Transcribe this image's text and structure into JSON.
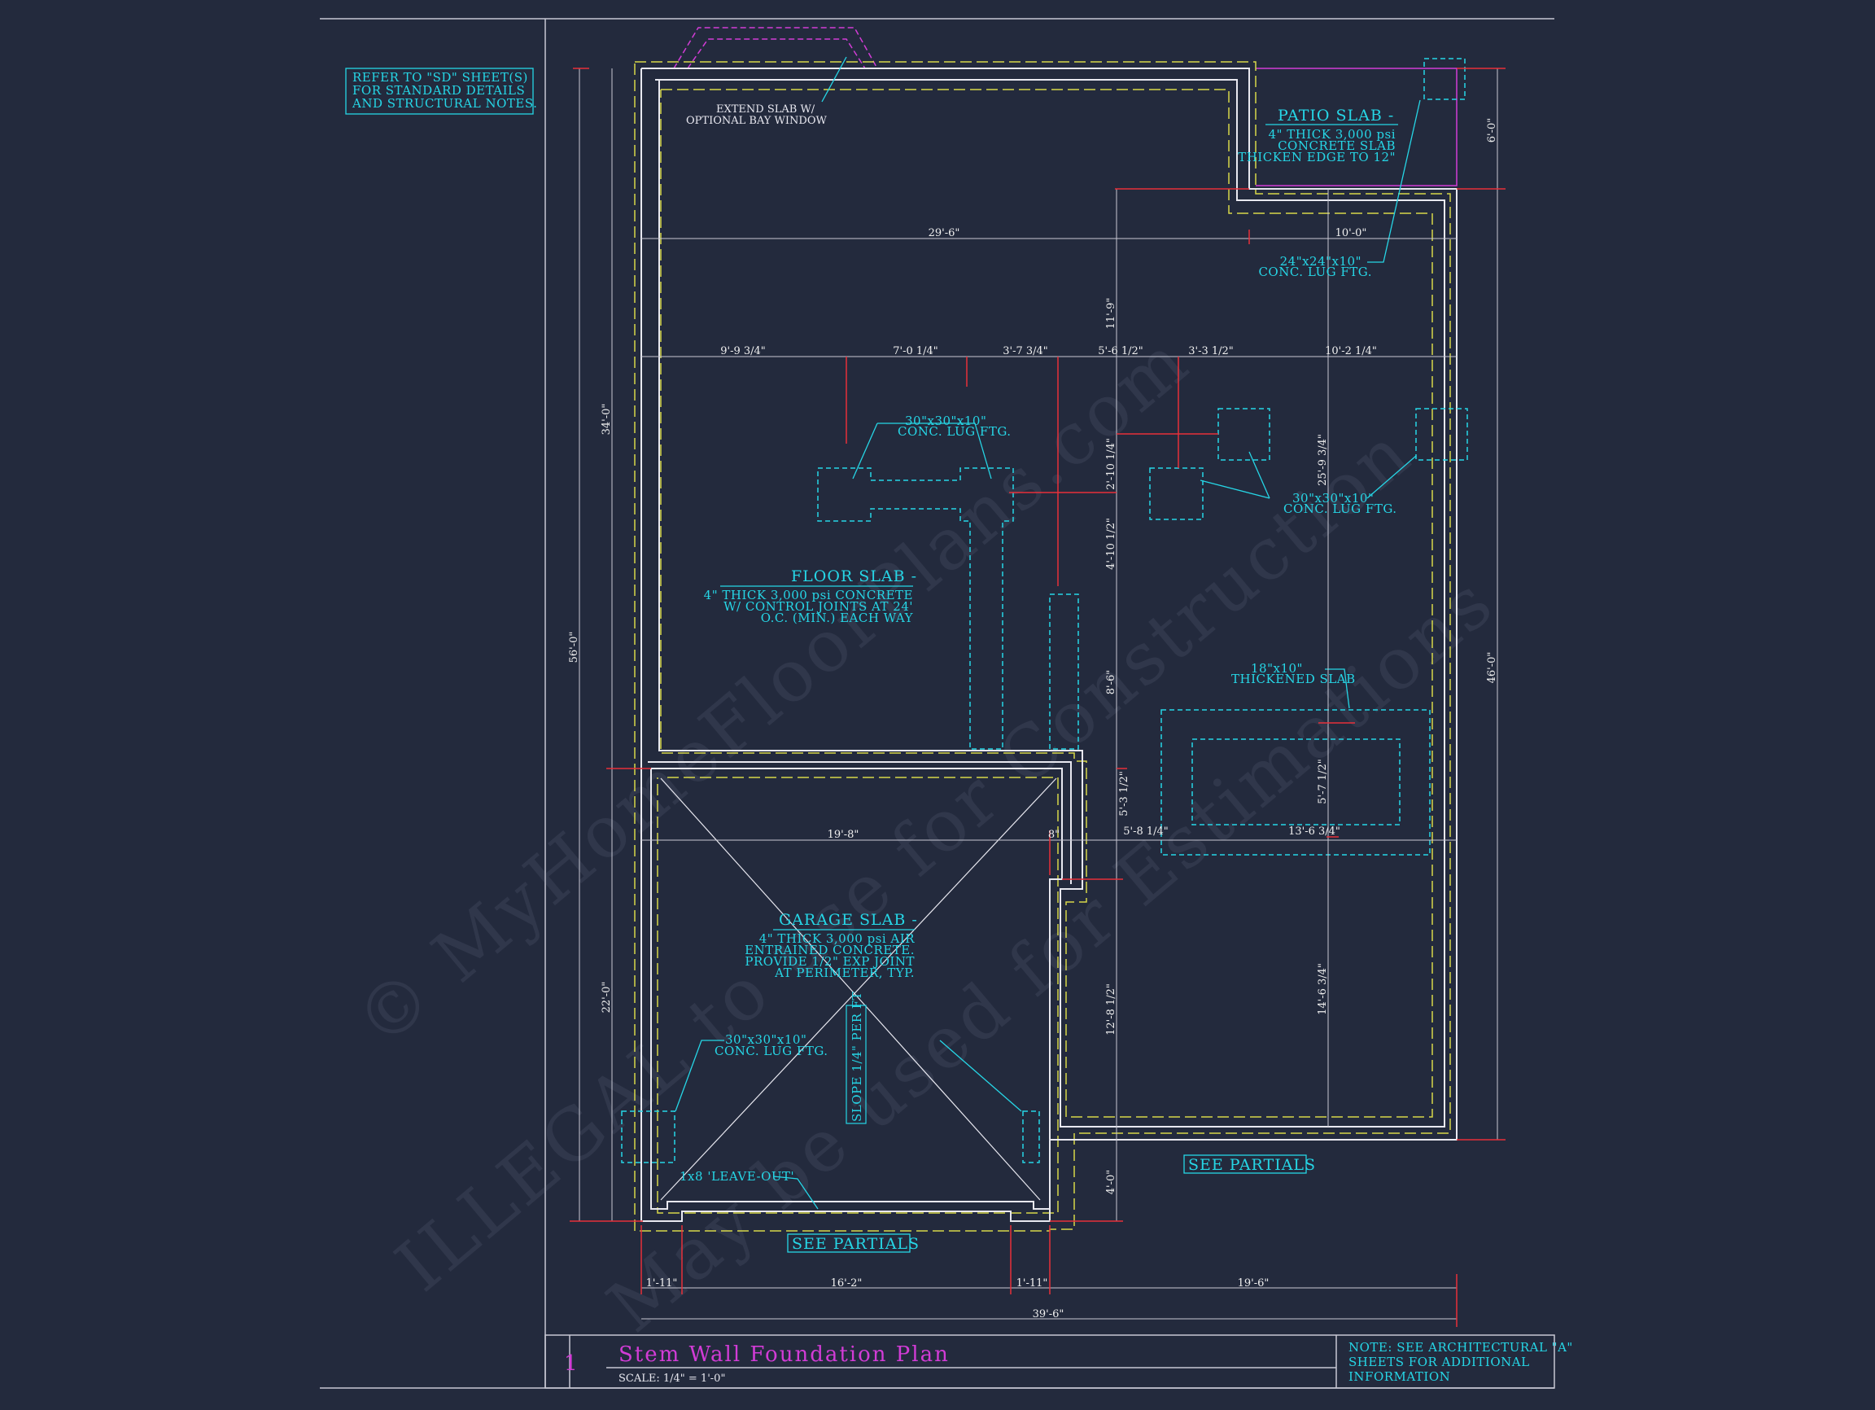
{
  "sheet": {
    "number": "1",
    "title": "Stem Wall Foundation Plan",
    "scale": "SCALE:  1/4\" = 1'-0\"",
    "refer_note": [
      "REFER TO \"SD\" SHEET(S)",
      "FOR STANDARD DETAILS",
      "AND STRUCTURAL NOTES."
    ],
    "arch_note": [
      "NOTE: SEE ARCHITECTURAL \"A\"",
      "SHEETS FOR ADDITIONAL",
      "INFORMATION"
    ]
  },
  "labels": {
    "patio_title": "PATIO SLAB -",
    "patio_notes": [
      "4\" THICK 3,000 psi",
      "CONCRETE SLAB",
      "THICKEN EDGE TO 12\""
    ],
    "floor_title": "FLOOR SLAB -",
    "floor_notes": [
      "4\" THICK 3,000 psi CONCRETE",
      "W/ CONTROL JOINTS AT 24'",
      "O.C. (MIN.) EACH WAY"
    ],
    "garage_title": "GARAGE SLAB -",
    "garage_notes": [
      "4\" THICK 3,000 psi AIR",
      "ENTRAINED CONCRETE.",
      "PROVIDE 1/2\" EXP JOINT",
      "AT PERIMETER, TYP."
    ],
    "bay_notes": [
      "EXTEND SLAB W/",
      "OPTIONAL BAY WINDOW"
    ],
    "ftg_24": [
      "24\"x24\"x10\"",
      "CONC. LUG FTG."
    ],
    "ftg_30_a": [
      "30\"x30\"x10\"",
      "CONC. LUG FTG."
    ],
    "ftg_30_b": [
      "30\"x30\"x10\"",
      "CONC. LUG FTG."
    ],
    "ftg_30_c": [
      "30\"x30\"x10\"",
      "CONC. LUG FTG."
    ],
    "thickened": [
      "18\"x10\"",
      "THICKENED SLAB"
    ],
    "leave_out": "1x8 'LEAVE-OUT'",
    "slope": "SLOPE 1/4\" PER FT",
    "see_partials_1": "SEE PARTIALS",
    "see_partials_2": "SEE PARTIALS"
  },
  "dimensions": {
    "top_29_6": "29'-6\"",
    "top_10_0": "10'-0\"",
    "row2_a": "9'-9 3/4\"",
    "row2_b": "7'-0 1/4\"",
    "row2_c": "3'-7 3/4\"",
    "row2_d": "5'-6 1/2\"",
    "row2_e": "3'-3 1/2\"",
    "row2_f": "10'-2 1/4\"",
    "garage_19_8": "19'-8\"",
    "garage_8": "8\"",
    "mid_5_8": "5'-8 1/4\"",
    "mid_13_6": "13'-6 3/4\"",
    "bot_1_11_a": "1'-11\"",
    "bot_16_2": "16'-2\"",
    "bot_1_11_b": "1'-11\"",
    "bot_19_6": "19'-6\"",
    "bot_39_6": "39'-6\"",
    "left_56_0": "56'-0\"",
    "left_34_0": "34'-0\"",
    "left_22_0": "22'-0\"",
    "right_6_0": "6'-0\"",
    "right_46_0": "46'-0\"",
    "v_11_9": "11'-9\"",
    "v_2_10": "2'-10 1/4\"",
    "v_4_10": "4'-10 1/2\"",
    "v_8_6": "8'-6\"",
    "v_5_3": "5'-3 1/2\"",
    "v_12_8": "12'-8 1/2\"",
    "v_4_0": "4'-0\"",
    "v_25_9": "25'-9 3/4\"",
    "v_5_7": "5'-7 1/2\"",
    "v_14_6": "14'-6 3/4\""
  },
  "watermark": [
    "© MyHomeFloorPlans.com",
    "ILLEGAL to use for Construction",
    "May be used for Estimations"
  ],
  "colors": {
    "background": "#232a3d",
    "wall": "#e8e8f0",
    "dashed_footing": "#d8d84a",
    "cyan": "#26d6e6",
    "red_dim": "#e8303a",
    "magenta": "#d23cd6"
  }
}
